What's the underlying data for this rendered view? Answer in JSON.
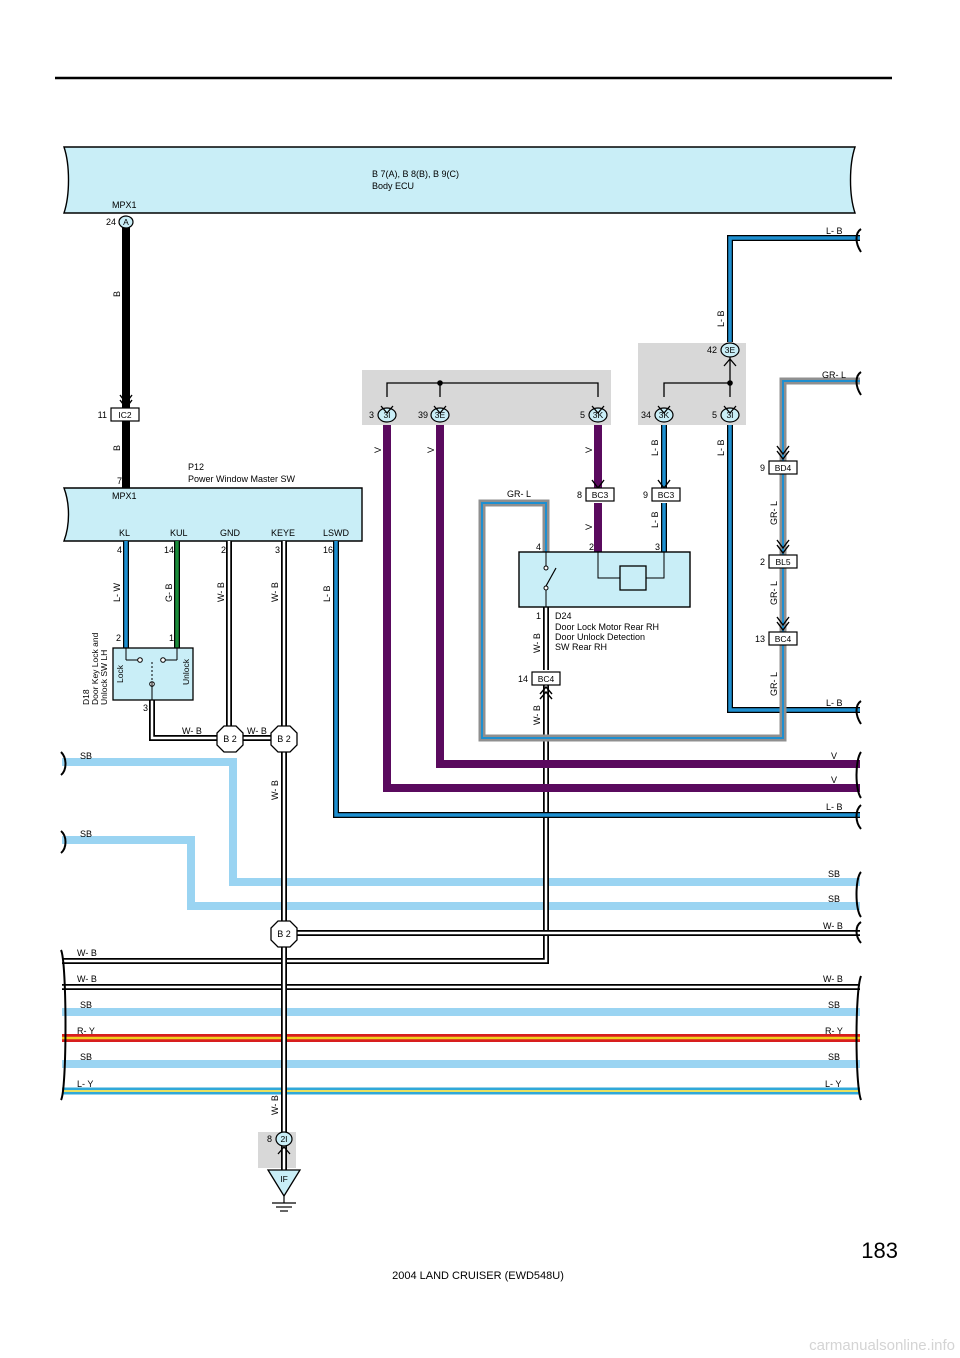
{
  "page": {
    "number": "183",
    "footer": "2004 LAND CRUISER (EWD548U)",
    "watermark": "carmanualsonline.info"
  },
  "ecu": {
    "title1": "B 7(A), B 8(B), B 9(C)",
    "title2": "Body ECU",
    "port": "MPX1",
    "pin": "24",
    "conn": "A"
  },
  "p12": {
    "title1": "P12",
    "title2": "Power Window Master SW",
    "port": "MPX1",
    "pin_top": "7",
    "ports": [
      "KL",
      "KUL",
      "GND",
      "KEYE",
      "LSWD"
    ],
    "pins": [
      "4",
      "14",
      "2",
      "3",
      "16"
    ]
  },
  "d18": {
    "title1": "D18",
    "title2": "Door Key Lock and",
    "title3": "Unlock SW LH",
    "lock": "Lock",
    "unlock": "Unlock",
    "pin_lock": "2",
    "pin_unlock": "1",
    "pin_gnd": "3"
  },
  "d24": {
    "title1": "D24",
    "title2": "Door Lock Motor Rear RH",
    "title3": "Door Unlock Detection",
    "title4": "SW Rear RH",
    "pins": [
      "4",
      "2",
      "3",
      "1"
    ]
  },
  "connectors": {
    "ic2": {
      "pin": "11",
      "label": "IC2"
    },
    "c3i_a": {
      "pin": "3",
      "label": "3I"
    },
    "c3e_a": {
      "pin": "39",
      "label": "3E"
    },
    "c3k_a": {
      "pin": "5",
      "label": "3K"
    },
    "c3k_b": {
      "pin": "34",
      "label": "3K"
    },
    "c3i_b": {
      "pin": "5",
      "label": "3I"
    },
    "c3e_b": {
      "pin": "42",
      "label": "3E"
    },
    "bc3_a": {
      "pin": "8",
      "label": "BC3"
    },
    "bc3_b": {
      "pin": "9",
      "label": "BC3"
    },
    "bd4": {
      "pin": "9",
      "label": "BD4"
    },
    "bl5": {
      "pin": "2",
      "label": "BL5"
    },
    "bc4_a": {
      "pin": "13",
      "label": "BC4"
    },
    "bc4_b": {
      "pin": "14",
      "label": "BC4"
    },
    "c2i": {
      "pin": "8",
      "label": "2I"
    }
  },
  "splices": [
    "B 2",
    "B 2",
    "B 2"
  ],
  "ground": "IF",
  "wires": {
    "b": "B",
    "lw": "L- W",
    "gb": "G- B",
    "wb": "W- B",
    "lb": "L- B",
    "v": "V",
    "grl": "GR- L",
    "sb": "SB",
    "ry": "R- Y",
    "ly": "L- Y"
  },
  "colors": {
    "B": "#000000",
    "L-B": "#1e8fd0",
    "L-W": "#1e8fd0",
    "G-B": "#1a8c3a",
    "W-B": "#000000",
    "V": "#5a0a5e",
    "GR-L": "#8f8f8f",
    "SB": "#9ad4f2",
    "R-Y": "#d81e1e",
    "L-Y": "#30a8d8",
    "component_fill": "#c9eef7",
    "shade": "#d8d8d8"
  }
}
